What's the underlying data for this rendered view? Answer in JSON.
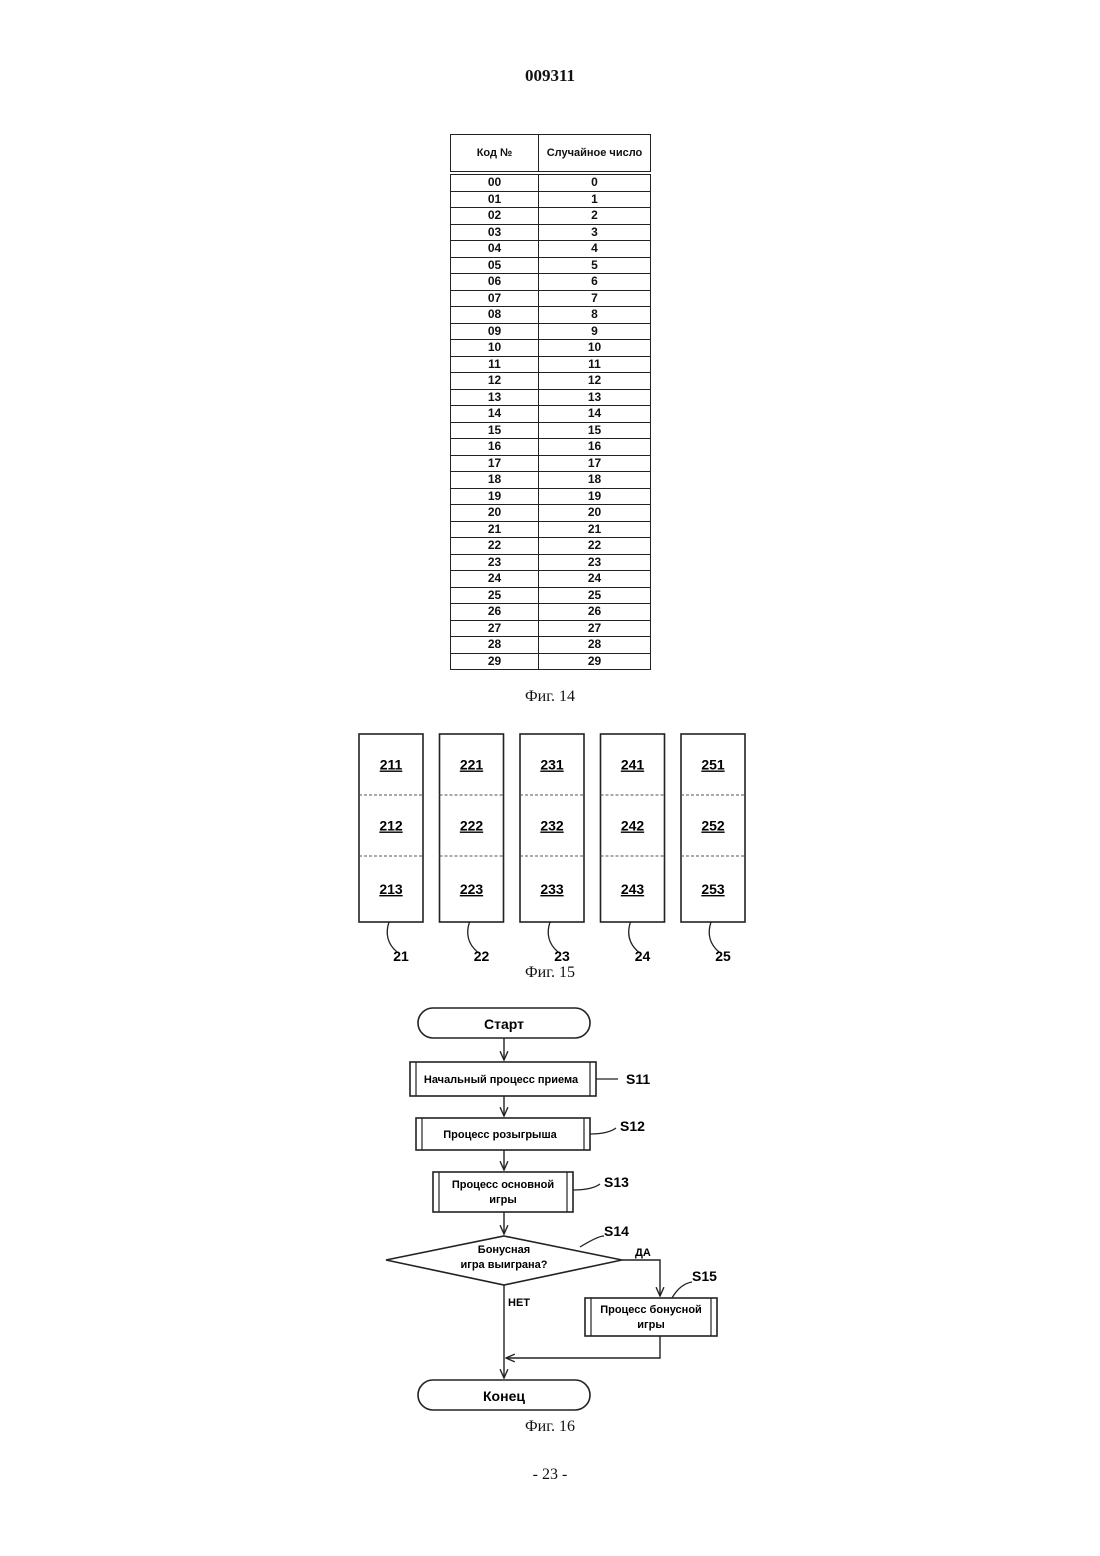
{
  "document_number": "009311",
  "figure14": {
    "headers": [
      "Код №",
      "Случайное число"
    ],
    "rows": [
      [
        "00",
        "0"
      ],
      [
        "01",
        "1"
      ],
      [
        "02",
        "2"
      ],
      [
        "03",
        "3"
      ],
      [
        "04",
        "4"
      ],
      [
        "05",
        "5"
      ],
      [
        "06",
        "6"
      ],
      [
        "07",
        "7"
      ],
      [
        "08",
        "8"
      ],
      [
        "09",
        "9"
      ],
      [
        "10",
        "10"
      ],
      [
        "11",
        "11"
      ],
      [
        "12",
        "12"
      ],
      [
        "13",
        "13"
      ],
      [
        "14",
        "14"
      ],
      [
        "15",
        "15"
      ],
      [
        "16",
        "16"
      ],
      [
        "17",
        "17"
      ],
      [
        "18",
        "18"
      ],
      [
        "19",
        "19"
      ],
      [
        "20",
        "20"
      ],
      [
        "21",
        "21"
      ],
      [
        "22",
        "22"
      ],
      [
        "23",
        "23"
      ],
      [
        "24",
        "24"
      ],
      [
        "25",
        "25"
      ],
      [
        "26",
        "26"
      ],
      [
        "27",
        "27"
      ],
      [
        "28",
        "28"
      ],
      [
        "29",
        "29"
      ]
    ],
    "caption": "Фиг. 14"
  },
  "figure15": {
    "reels": [
      {
        "ref": "21",
        "cells": [
          "211",
          "212",
          "213"
        ]
      },
      {
        "ref": "22",
        "cells": [
          "221",
          "222",
          "223"
        ]
      },
      {
        "ref": "23",
        "cells": [
          "231",
          "232",
          "233"
        ]
      },
      {
        "ref": "24",
        "cells": [
          "241",
          "242",
          "243"
        ]
      },
      {
        "ref": "25",
        "cells": [
          "251",
          "252",
          "253"
        ]
      }
    ],
    "caption": "Фиг. 15"
  },
  "figure16": {
    "start": "Старт",
    "end": "Конец",
    "steps": [
      {
        "id": "S11",
        "lines": [
          "Начальный процесс приема"
        ]
      },
      {
        "id": "S12",
        "lines": [
          "Процесс розыгрыша"
        ]
      },
      {
        "id": "S13",
        "lines": [
          "Процесс основной",
          "игры"
        ]
      },
      {
        "id": "S15",
        "lines": [
          "Процесс бонусной",
          "игры"
        ]
      }
    ],
    "decision": {
      "id": "S14",
      "lines": [
        "Бонусная",
        "игра выиграна?"
      ],
      "yes": "ДА",
      "no": "НЕТ"
    },
    "caption": "Фиг. 16"
  },
  "page_number": "- 23 -"
}
